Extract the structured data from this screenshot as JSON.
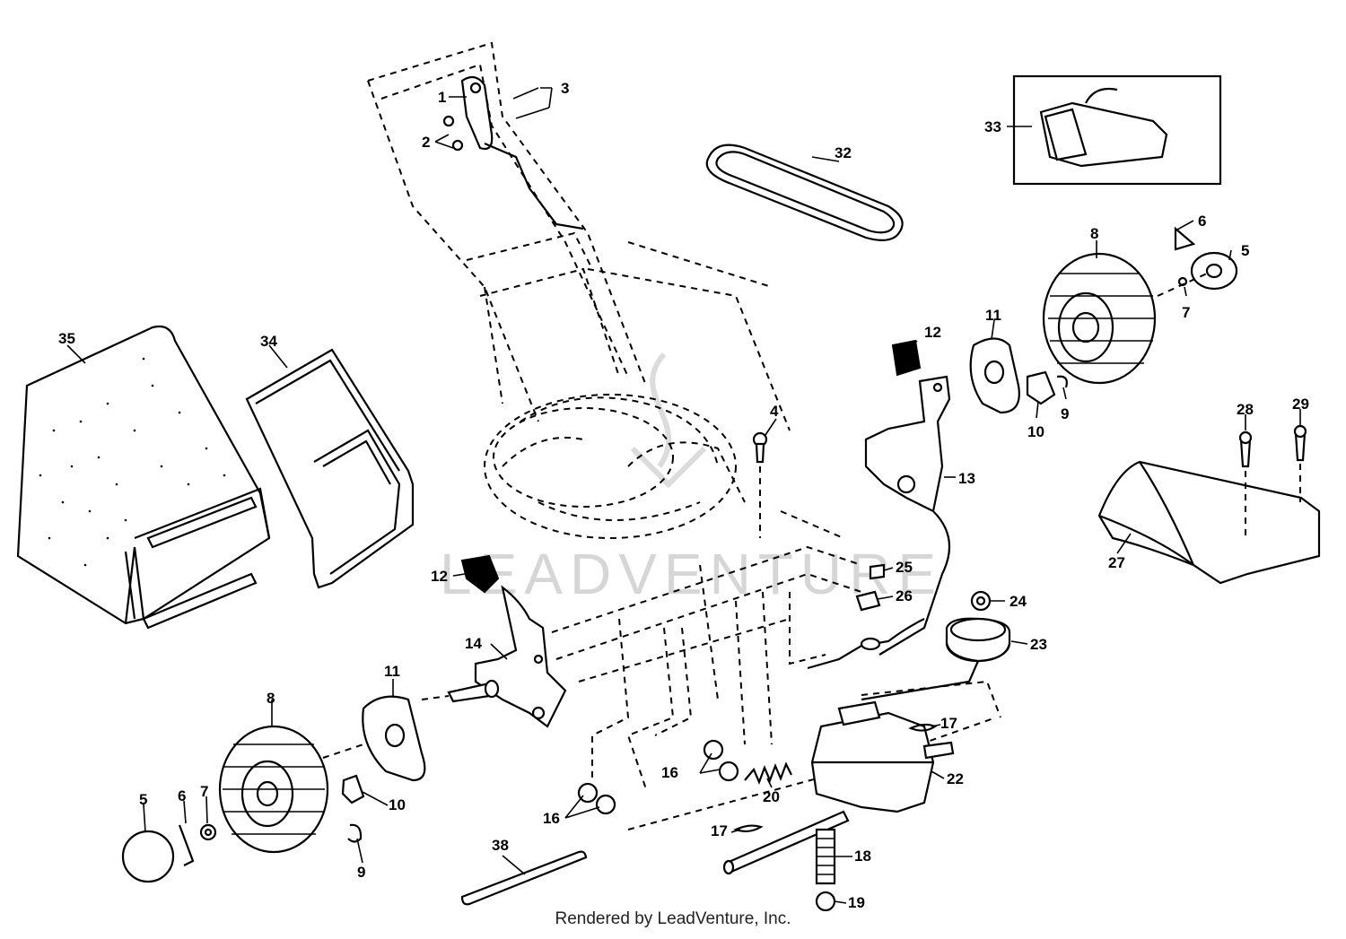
{
  "watermark": "LEADVENTURE",
  "footer": "Rendered by LeadVenture, Inc.",
  "callouts": {
    "c1": "1",
    "c2": "2",
    "c3": "3",
    "c4": "4",
    "c5a": "5",
    "c5b": "5",
    "c6a": "6",
    "c6b": "6",
    "c7a": "7",
    "c7b": "7",
    "c8a": "8",
    "c8b": "8",
    "c9a": "9",
    "c9b": "9",
    "c10a": "10",
    "c10b": "10",
    "c11a": "11",
    "c11b": "11",
    "c12a": "12",
    "c12b": "12",
    "c13": "13",
    "c14": "14",
    "c16a": "16",
    "c16b": "16",
    "c17a": "17",
    "c17b": "17",
    "c18": "18",
    "c19": "19",
    "c20": "20",
    "c22": "22",
    "c23": "23",
    "c24": "24",
    "c25": "25",
    "c26": "26",
    "c27": "27",
    "c28": "28",
    "c29": "29",
    "c32": "32",
    "c33": "33",
    "c34": "34",
    "c35": "35",
    "c38": "38"
  }
}
